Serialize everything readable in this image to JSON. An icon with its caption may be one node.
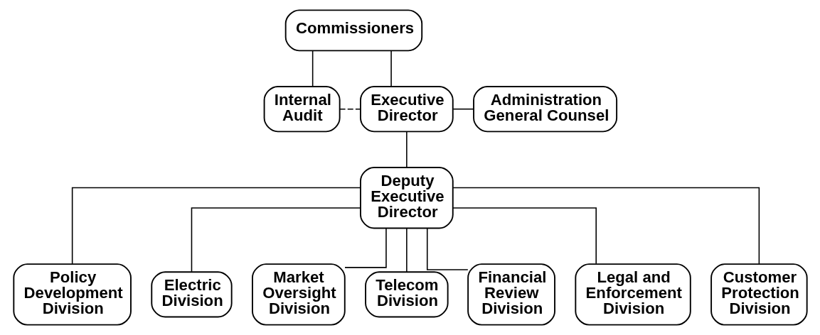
{
  "diagram": {
    "nodes": [
      {
        "text": [
          "Commissioners"
        ]
      },
      {
        "text": [
          "Internal Audit"
        ]
      },
      {
        "text": [
          "Executive Director"
        ]
      },
      {
        "text": [
          "Administration General Counsel"
        ]
      },
      {
        "text": [
          "Deputy Executive Director"
        ]
      },
      {
        "text": [
          "Policy Development Division"
        ]
      },
      {
        "text": [
          "Electric Division"
        ]
      },
      {
        "text": [
          "Market Oversight Division"
        ]
      },
      {
        "text": [
          "Telecom Division"
        ]
      },
      {
        "text": [
          "Financial Review Division"
        ]
      },
      {
        "text": [
          "Legal and Enforcement Division"
        ]
      },
      {
        "text": [
          "Customer Protection Division"
        ]
      }
    ],
    "edges": [
      {
        "from": 0,
        "to": 1,
        "arrow": "none"
      },
      {
        "from": 0,
        "to": 2,
        "arrow": "none"
      },
      {
        "from": 1,
        "to": 2,
        "arrow": "none",
        "style": "dashed"
      },
      {
        "from": 2,
        "to": 3,
        "arrow": "none"
      },
      {
        "from": 2,
        "to": 4,
        "arrow": "none"
      },
      {
        "from": 4,
        "to": 5,
        "arrow": "none"
      },
      {
        "from": 4,
        "to": 6,
        "arrow": "none"
      },
      {
        "from": 4,
        "to": 7,
        "arrow": "none"
      },
      {
        "from": 4,
        "to": 8,
        "arrow": "none"
      },
      {
        "from": 4,
        "to": 9,
        "arrow": "none"
      },
      {
        "from": 4,
        "to": 10,
        "arrow": "none"
      },
      {
        "from": 4,
        "to": 11,
        "arrow": "none"
      }
    ]
  }
}
